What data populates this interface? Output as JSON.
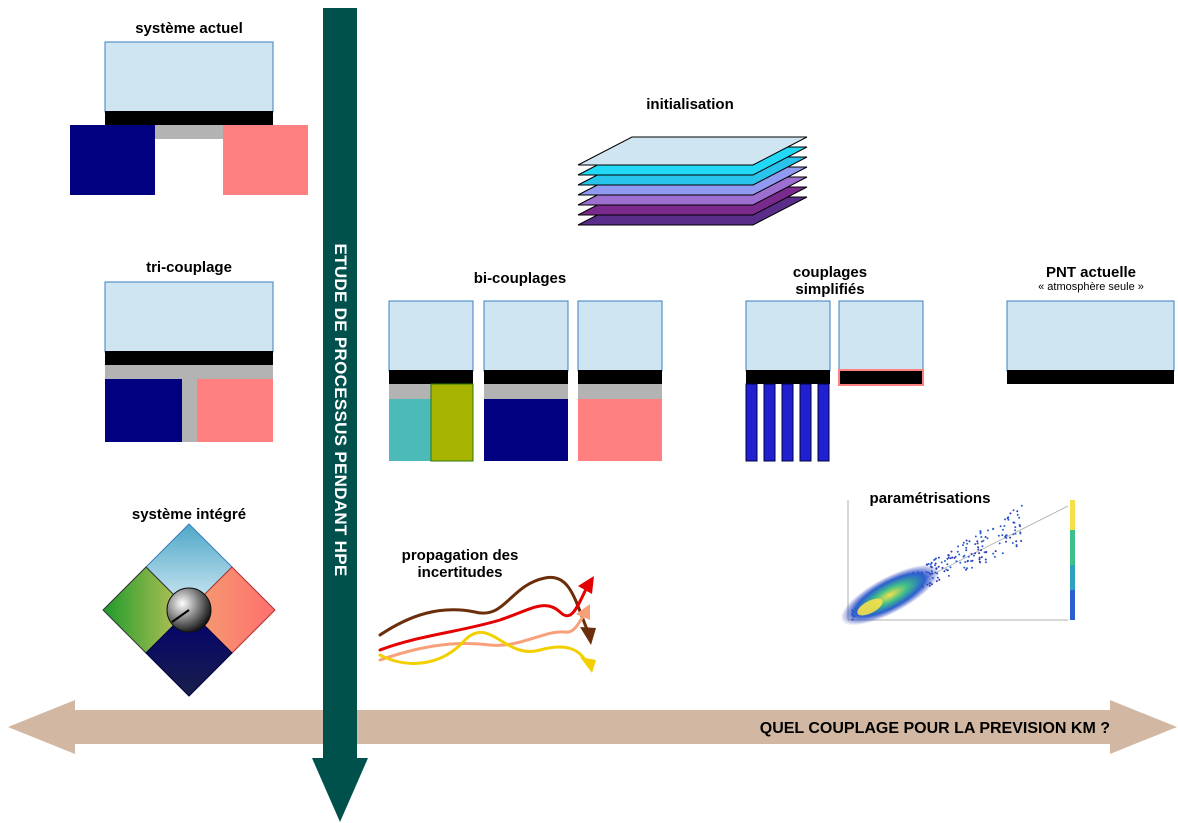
{
  "axes": {
    "vertical_label": "ETUDE DE PROCESSUS PENDANT HPE",
    "horizontal_label": "QUEL COUPLAGE POUR LA PREVISION KM ?"
  },
  "left_column": {
    "current_system_title": "système actuel",
    "tri_coupling_title": "tri-couplage",
    "integrated_system_title": "système intégré"
  },
  "initialisation": {
    "title": "initialisation"
  },
  "bi_couplings": {
    "title": "bi-couplages"
  },
  "simplified": {
    "title_line1": "couplages",
    "title_line2": "simplifiés"
  },
  "pnt": {
    "title": "PNT actuelle",
    "subtitle": "« atmosphère seule »"
  },
  "uncertainties": {
    "title_line1": "propagation des",
    "title_line2": "incertitudes"
  },
  "parametrisations": {
    "title": "paramétrisations"
  },
  "colors": {
    "atmosphere": "#cfe5f2",
    "ocean": "#000080",
    "surface": "#ff8080",
    "interface": "#000000",
    "grey": "#b3b3b3",
    "teal": "#4bbab9",
    "olive": "#a6b400",
    "columns": "#2020d0",
    "vertical_arrow": "#00504c",
    "horizontal_arrow": "#d2b8a2"
  }
}
